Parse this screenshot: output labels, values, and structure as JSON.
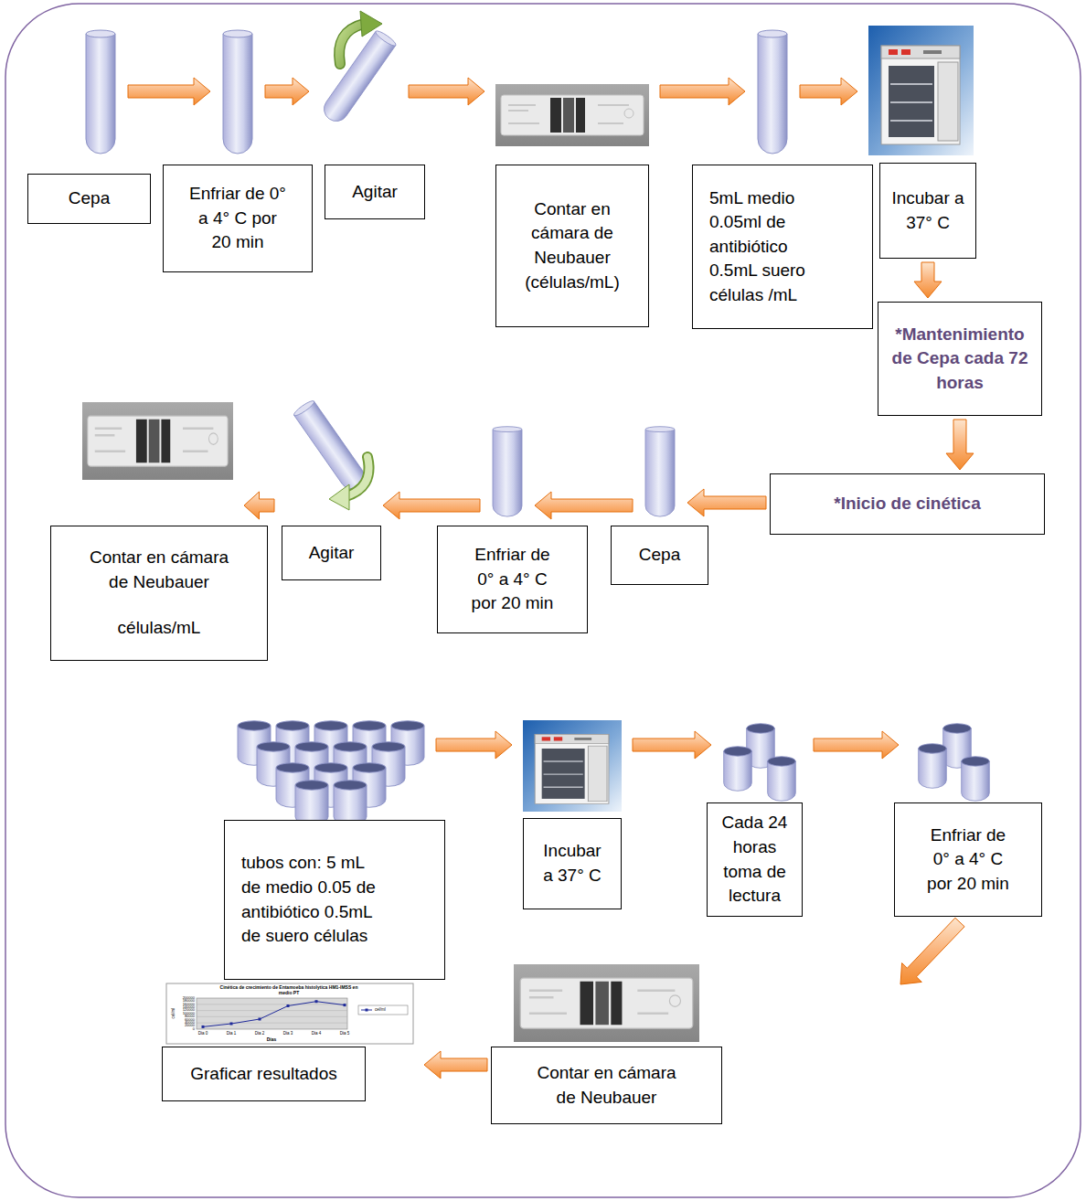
{
  "diagram": {
    "nodes": [
      {
        "text": [
          "Cepa"
        ]
      },
      {
        "text": [
          "Enfriar de 0° a 4° C por 20 min"
        ]
      },
      {
        "text": [
          "Agitar"
        ]
      },
      {
        "text": [
          "Contar en cámara de Neubauer (células/mL)"
        ]
      },
      {
        "text": [
          "5mL medio 0.05ml de antibiótico 0.5mL suero células /mL"
        ]
      },
      {
        "text": [
          "Incubar a 37° C"
        ]
      },
      {
        "text": [
          "*Mantenimiento de Cepa cada 72 horas"
        ]
      },
      {
        "text": [
          "*Inicio de cinética"
        ]
      },
      {
        "text": [
          "Cepa"
        ]
      },
      {
        "text": [
          "Enfriar de 0° a 4° C por 20 min"
        ]
      },
      {
        "text": [
          "Agitar"
        ]
      },
      {
        "text": [
          "Contar en cámara de Neubauer",
          "células/mL"
        ]
      },
      {
        "text": [
          "tubos con: 5 mL de medio 0.05 de antibiótico 0.5mL de suero células"
        ]
      },
      {
        "text": [
          "Incubar a 37° C"
        ]
      },
      {
        "text": [
          "Cada 24 horas toma de lectura"
        ]
      },
      {
        "text": [
          "Enfriar de 0° a 4° C por 20 min"
        ]
      },
      {
        "text": [
          "Contar en cámara de Neubauer"
        ]
      },
      {
        "text": [
          "Graficar resultados"
        ]
      }
    ],
    "edges": [
      {
        "from": 0,
        "to": 1,
        "arrow": "to"
      },
      {
        "from": 1,
        "to": 2,
        "arrow": "to"
      },
      {
        "from": 2,
        "to": 3,
        "arrow": "to"
      },
      {
        "from": 3,
        "to": 4,
        "arrow": "to"
      },
      {
        "from": 4,
        "to": 5,
        "arrow": "to"
      },
      {
        "from": 5,
        "to": 6,
        "arrow": "to"
      },
      {
        "from": 6,
        "to": 7,
        "arrow": "to"
      },
      {
        "from": 7,
        "to": 8,
        "arrow": "to"
      },
      {
        "from": 8,
        "to": 9,
        "arrow": "to"
      },
      {
        "from": 9,
        "to": 10,
        "arrow": "to"
      },
      {
        "from": 10,
        "to": 11,
        "arrow": "to"
      },
      {
        "from": 12,
        "to": 13,
        "arrow": "to"
      },
      {
        "from": 13,
        "to": 14,
        "arrow": "to"
      },
      {
        "from": 14,
        "to": 15,
        "arrow": "to"
      },
      {
        "from": 15,
        "to": 16,
        "arrow": "to"
      },
      {
        "from": 16,
        "to": 17,
        "arrow": "to"
      }
    ],
    "labels": [
      "Cinética de crecimiento de Entamoeba histolytica HM1-IMSS en medio PT",
      "200000",
      "180000",
      "160000",
      "140000",
      "120000",
      "100000",
      "80000",
      "60000",
      "40000",
      "20000",
      "0",
      "cel/ml",
      "Dia 0",
      "Dia 1",
      "Dia 2",
      "Dia 3",
      "Dia 4",
      "Dia 5",
      "Días"
    ],
    "legend": [
      {
        "text": "cel/ml"
      }
    ]
  }
}
